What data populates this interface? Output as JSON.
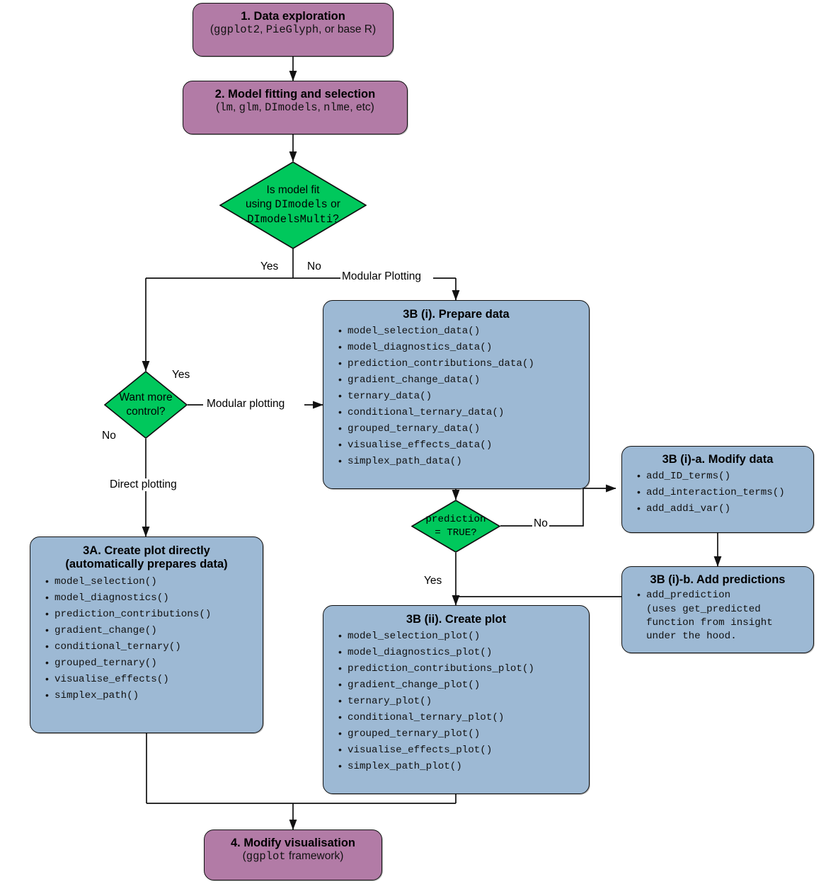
{
  "diagram": {
    "title": "DImodelsVis workflow flowchart",
    "colors": {
      "purple": "#b27ba6",
      "blue": "#9db9d4",
      "green": "#00c85c",
      "stroke": "#111111"
    }
  },
  "nodes": {
    "step1": {
      "title": "1. Data exploration",
      "subtitle_parts": [
        {
          "text": "(",
          "mono": false
        },
        {
          "text": "ggplot2",
          "mono": true
        },
        {
          "text": ", ",
          "mono": false
        },
        {
          "text": "PieGlyph",
          "mono": true
        },
        {
          "text": ", or base R)",
          "mono": false
        }
      ]
    },
    "step2": {
      "title": "2. Model fitting and selection",
      "subtitle_parts": [
        {
          "text": "(",
          "mono": false
        },
        {
          "text": "lm",
          "mono": true
        },
        {
          "text": ", ",
          "mono": false
        },
        {
          "text": "glm",
          "mono": true
        },
        {
          "text": ", ",
          "mono": false
        },
        {
          "text": "DImodels",
          "mono": true
        },
        {
          "text": ", ",
          "mono": false
        },
        {
          "text": "nlme",
          "mono": true
        },
        {
          "text": ", etc)",
          "mono": false
        }
      ]
    },
    "decision_model_fit": {
      "line1_parts": [
        {
          "text": "Is model fit",
          "mono": false
        }
      ],
      "line2_parts": [
        {
          "text": "using ",
          "mono": false
        },
        {
          "text": "DImodels",
          "mono": true
        },
        {
          "text": " or",
          "mono": false
        }
      ],
      "line3_parts": [
        {
          "text": "DImodelsMulti",
          "mono": true
        },
        {
          "text": "?",
          "mono": false
        }
      ]
    },
    "decision_more_control": {
      "line1": "Want more",
      "line2": "control?"
    },
    "decision_prediction": {
      "line1": "prediction",
      "line2": "= TRUE?"
    },
    "step3a": {
      "title_line1": "3A. Create plot directly",
      "title_line2": "(automatically prepares data)",
      "items": [
        "model_selection()",
        "model_diagnostics()",
        "prediction_contributions()",
        "gradient_change()",
        "conditional_ternary()",
        "grouped_ternary()",
        "visualise_effects()",
        "simplex_path()"
      ]
    },
    "step3b_i": {
      "title": "3B (i). Prepare data",
      "items": [
        "model_selection_data()",
        "model_diagnostics_data()",
        "prediction_contributions_data()",
        "gradient_change_data()",
        "ternary_data()",
        "conditional_ternary_data()",
        "grouped_ternary_data()",
        "visualise_effects_data()",
        "simplex_path_data()"
      ]
    },
    "step3b_ia": {
      "title": "3B (i)-a. Modify data",
      "items": [
        "add_ID_terms()",
        "add_interaction_terms()",
        "add_addi_var()"
      ]
    },
    "step3b_ib": {
      "title": "3B (i)-b. Add predictions",
      "item_parts": [
        {
          "text": "add_prediction",
          "mono": true
        },
        {
          "text": "\n",
          "mono": false
        },
        {
          "text": "(uses ",
          "mono": false
        },
        {
          "text": "get_predicted",
          "mono": true
        },
        {
          "text": "\n",
          "mono": false
        },
        {
          "text": "function from ",
          "mono": false
        },
        {
          "text": "insight",
          "mono": true
        },
        {
          "text": "\n",
          "mono": false
        },
        {
          "text": "under the hood.",
          "mono": false
        }
      ]
    },
    "step3b_ii": {
      "title": "3B (ii). Create plot",
      "items": [
        "model_selection_plot()",
        "model_diagnostics_plot()",
        "prediction_contributions_plot()",
        "gradient_change_plot()",
        "ternary_plot()",
        "conditional_ternary_plot()",
        "grouped_ternary_plot()",
        "visualise_effects_plot()",
        "simplex_path_plot()"
      ]
    },
    "step4": {
      "title": "4. Modify visualisation",
      "subtitle_parts": [
        {
          "text": "(",
          "mono": false
        },
        {
          "text": "ggplot",
          "mono": true
        },
        {
          "text": " framework)",
          "mono": false
        }
      ]
    }
  },
  "edge_labels": {
    "yes_model_fit": "Yes",
    "no_model_fit": "No",
    "modular_plotting_upper": "Modular Plotting",
    "yes_more_control": "Yes",
    "no_more_control": "No",
    "modular_plotting_lower": "Modular plotting",
    "direct_plotting": "Direct plotting",
    "no_prediction": "No",
    "yes_prediction": "Yes"
  }
}
